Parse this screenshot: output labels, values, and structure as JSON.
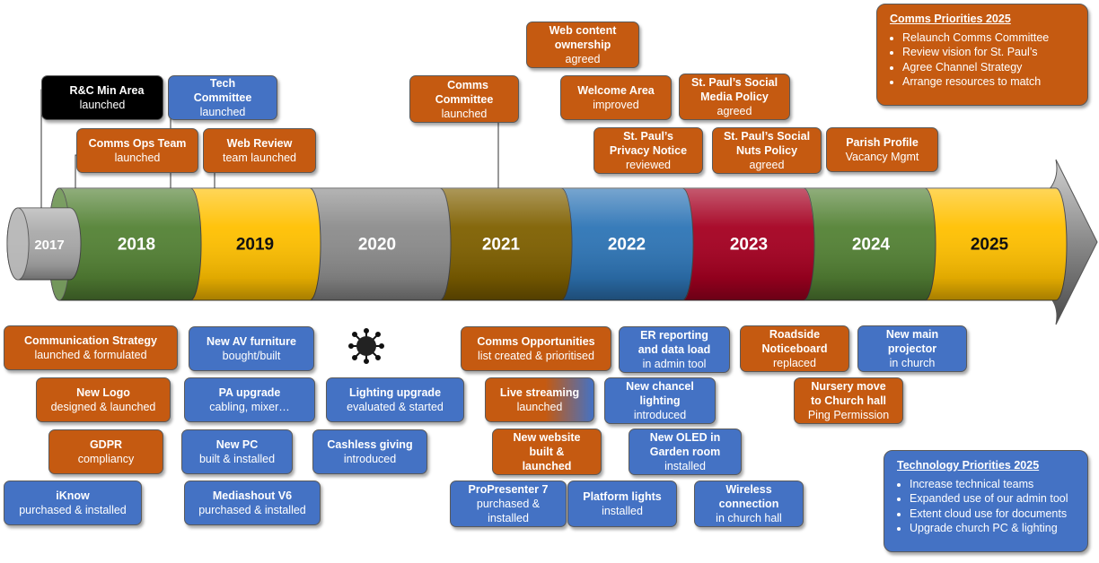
{
  "timeline": {
    "years": [
      "2017",
      "2018",
      "2019",
      "2020",
      "2021",
      "2022",
      "2023",
      "2024",
      "2025"
    ],
    "segment_colors": [
      "#a9a9a9",
      "#548235",
      "#ffc000",
      "#8c8c8c",
      "#7f6000",
      "#2e75b6",
      "#a50021",
      "#548235",
      "#ffc000"
    ]
  },
  "events_above": {
    "rc_min_area": {
      "line1": "R&C Min Area",
      "line2": "launched"
    },
    "tech_committee": {
      "line1": "Tech",
      "line2": "Committee",
      "line3": "launched"
    },
    "comms_ops_team": {
      "line1": "Comms Ops Team",
      "line2": "launched"
    },
    "web_review": {
      "line1": "Web Review",
      "line2": "team launched"
    },
    "comms_committee": {
      "line1": "Comms",
      "line2": "Committee",
      "line3": "launched"
    },
    "web_content": {
      "line1": "Web content",
      "line2": "ownership",
      "line3": "agreed"
    },
    "welcome_area": {
      "line1": "Welcome Area",
      "line2": "improved"
    },
    "social_media_policy": {
      "line1": "St. Paul’s Social",
      "line2": "Media Policy",
      "line3": "agreed"
    },
    "privacy_notice": {
      "line1": "St. Paul’s",
      "line2": "Privacy Notice",
      "line3": "reviewed"
    },
    "nuts_policy": {
      "line1": "St. Paul’s Social",
      "line2": "Nuts Policy",
      "line3": "agreed"
    },
    "parish_profile": {
      "line1": "Parish Profile",
      "line2": "Vacancy Mgmt"
    }
  },
  "events_below": {
    "comm_strategy": {
      "line1": "Communication Strategy",
      "line2": "launched & formulated"
    },
    "new_logo": {
      "line1": "New Logo",
      "line2": "designed & launched"
    },
    "gdpr": {
      "line1": "GDPR",
      "line2": "compliancy"
    },
    "iknow": {
      "line1": "iKnow",
      "line2": "purchased & installed"
    },
    "av_furniture": {
      "line1": "New AV furniture",
      "line2": "bought/built"
    },
    "pa_upgrade": {
      "line1": "PA upgrade",
      "line2": "cabling, mixer…"
    },
    "new_pc": {
      "line1": "New PC",
      "line2": "built & installed"
    },
    "mediashout": {
      "line1": "Mediashout V6",
      "line2": "purchased & installed"
    },
    "lighting_upgrade": {
      "line1": "Lighting upgrade",
      "line2": "evaluated & started"
    },
    "cashless": {
      "line1": "Cashless giving",
      "line2": "introduced"
    },
    "comms_opps": {
      "line1": "Comms Opportunities",
      "line2": "list created & prioritised"
    },
    "live_streaming": {
      "line1": "Live streaming",
      "line2": "launched"
    },
    "new_website": {
      "line1": "New website",
      "line2": "built &",
      "line3": "launched"
    },
    "propresenter": {
      "line1": "ProPresenter 7",
      "line2": "purchased &",
      "line3": "installed"
    },
    "er_reporting": {
      "line1": "ER reporting",
      "line2": "and data load",
      "line3": "in admin tool"
    },
    "chancel_lighting": {
      "line1": "New chancel",
      "line2": "lighting",
      "line3": "introduced"
    },
    "new_oled": {
      "line1": "New OLED in",
      "line2": "Garden room",
      "line3": "installed"
    },
    "platform_lights": {
      "line1": "Platform lights",
      "line2": "installed"
    },
    "wireless": {
      "line1": "Wireless",
      "line2": "connection",
      "line3": "in church hall"
    },
    "roadside": {
      "line1": "Roadside",
      "line2": "Noticeboard",
      "line3": "replaced"
    },
    "nursery": {
      "line1": "Nursery move",
      "line2": "to Church hall",
      "line3": "Ping Permission"
    },
    "projector": {
      "line1": "New main",
      "line2": "projector",
      "line3": "in church"
    }
  },
  "comms_priorities": {
    "title": "Comms Priorities 2025",
    "items": [
      "Relaunch Comms Committee",
      "Review vision for St. Paul’s",
      "Agree Channel Strategy",
      "Arrange resources to match"
    ]
  },
  "tech_priorities": {
    "title": "Technology Priorities 2025",
    "items": [
      "Increase technical teams",
      "Expanded use of our admin tool",
      "Extent cloud use for documents",
      "Upgrade church PC & lighting"
    ]
  },
  "icons": {
    "sun": "sun-icon",
    "virus": "virus-icon"
  }
}
